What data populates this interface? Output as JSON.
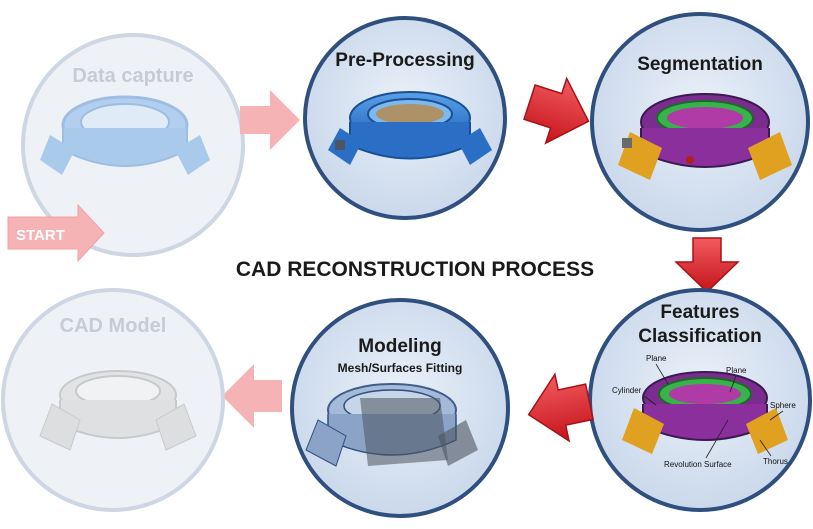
{
  "diagram": {
    "title": "CAD RECONSTRUCTION PROCESS",
    "start_label": "START",
    "steps": [
      {
        "id": "data-capture",
        "title": "Data capture",
        "faded": true
      },
      {
        "id": "pre-processing",
        "title": "Pre-Processing",
        "faded": false
      },
      {
        "id": "segmentation",
        "title": "Segmentation",
        "faded": false
      },
      {
        "id": "features-classification",
        "title_line1": "Features",
        "title_line2": "Classification",
        "faded": false,
        "feature_labels": [
          "Plane",
          "Plane",
          "Cylinder",
          "Sphere",
          "Revolution Surface",
          "Thorus"
        ]
      },
      {
        "id": "modeling",
        "title": "Modeling",
        "subtitle": "Mesh/Surfaces Fitting",
        "faded": false
      },
      {
        "id": "cad-model",
        "title": "CAD Model",
        "faded": true
      }
    ]
  },
  "colors": {
    "circle_fill": "#d6e3f1",
    "circle_stroke": "#2f4f7f",
    "faded_circle_fill": "#eef2f7",
    "faded_circle_stroke": "#cdd6e2",
    "arrow_red": "#e41e26",
    "arrow_pale": "#f6b3b6",
    "title_text": "#1a1a1a",
    "faded_text": "#c7ccd3"
  }
}
